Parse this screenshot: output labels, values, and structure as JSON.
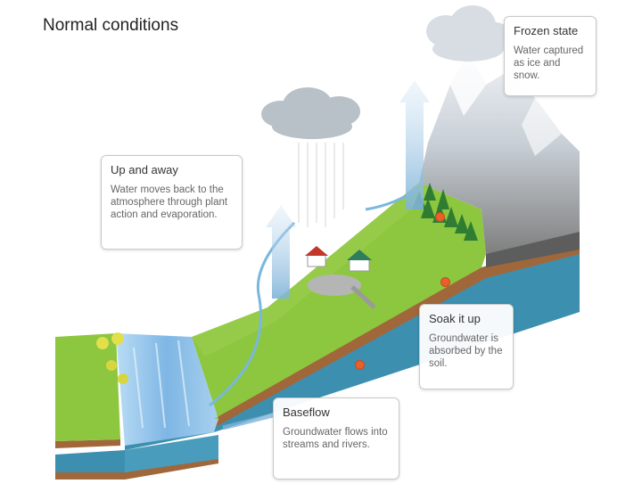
{
  "title": "Normal conditions",
  "callouts": {
    "frozen": {
      "heading": "Frozen state",
      "body": "Water captured as ice and snow."
    },
    "up_and_away": {
      "heading": "Up and away",
      "body": "Water moves back to the atmosphere through plant action and evaporation."
    },
    "soak": {
      "heading": "Soak it up",
      "body": "Groundwater is absorbed by the soil."
    },
    "baseflow": {
      "heading": "Baseflow",
      "body": "Groundwater flows into streams and rivers."
    }
  },
  "colors": {
    "grass": "#8dc63f",
    "grass_dark": "#6fa834",
    "soil": "#a0673a",
    "groundwater": "#3d8fb0",
    "river": "#8fc3ea",
    "mountain": "#9a9a9a",
    "snow": "#eef2f6",
    "marker": "#e8602c"
  }
}
